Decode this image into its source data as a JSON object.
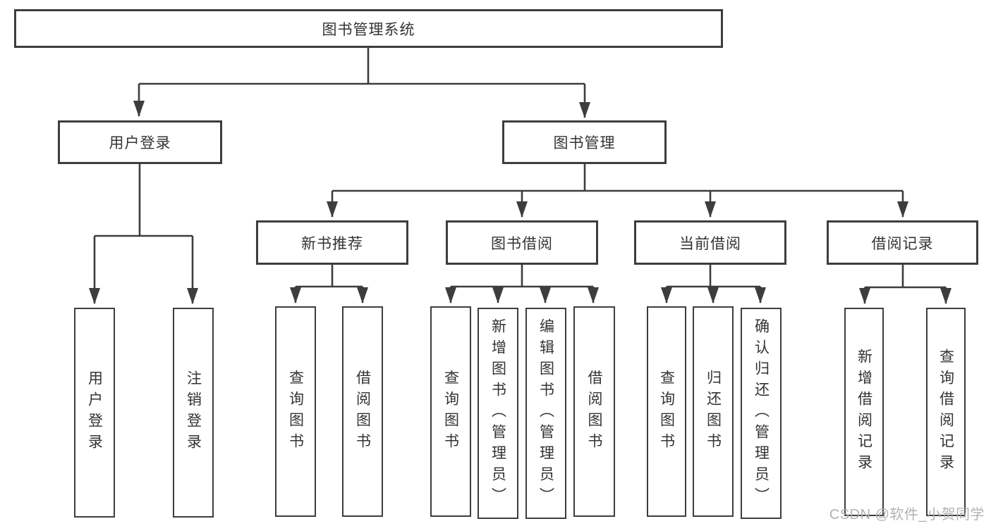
{
  "diagram": {
    "type": "tree-diagram",
    "title": "图书管理系统",
    "watermark": "CSDN @软件_小贺同学",
    "colors": {
      "line": "#3d3d3d",
      "box_border": "#3d3d3d",
      "box_background": "#ffffff",
      "text": "#333333",
      "watermark_text": "#acaeb1"
    },
    "nodes": {
      "root": "图书管理系统",
      "user_login": "用户登录",
      "book_management": "图书管理",
      "new_book_recommend": "新书推荐",
      "book_borrow": "图书借阅",
      "current_borrow": "当前借阅",
      "borrow_records": "借阅记录",
      "leaf_user_login": "用户登录",
      "leaf_logout_login": "注销登录",
      "leaf_nb_query_book": "查询图书",
      "leaf_nb_borrow_book": "借阅图书",
      "leaf_bb_query_book": "查询图书",
      "leaf_bb_add_book_admin": "新增图书（管理员）",
      "leaf_bb_edit_book_admin": "编辑图书（管理员）",
      "leaf_bb_borrow_book": "借阅图书",
      "leaf_cb_query_book": "查询图书",
      "leaf_cb_return_book": "归还图书",
      "leaf_cb_confirm_return_admin": "确认归还（管理员）",
      "leaf_br_add_record": "新增借阅记录",
      "leaf_br_query_record": "查询借阅记录"
    },
    "hierarchy": {
      "图书管理系统": {
        "用户登录": [
          "用户登录",
          "注销登录"
        ],
        "图书管理": {
          "新书推荐": [
            "查询图书",
            "借阅图书"
          ],
          "图书借阅": [
            "查询图书",
            "新增图书（管理员）",
            "编辑图书（管理员）",
            "借阅图书"
          ],
          "当前借阅": [
            "查询图书",
            "归还图书",
            "确认归还（管理员）"
          ],
          "借阅记录": [
            "新增借阅记录",
            "查询借阅记录"
          ]
        }
      }
    }
  }
}
